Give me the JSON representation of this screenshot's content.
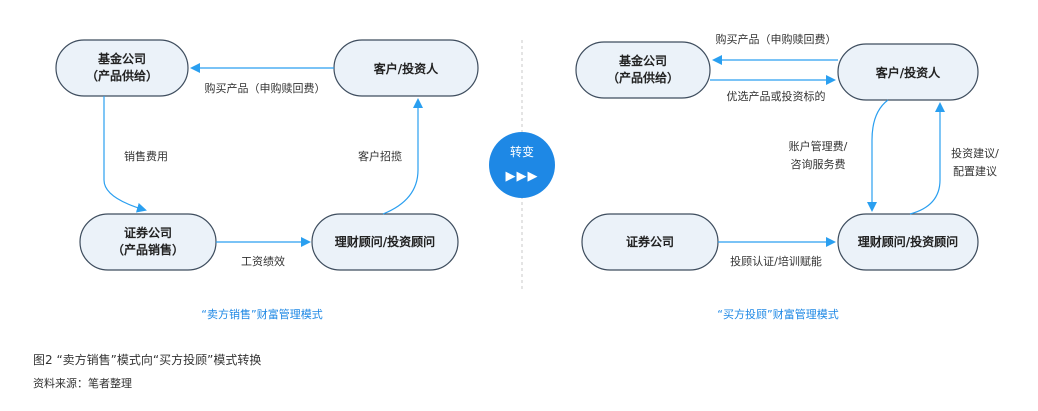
{
  "left_panel": {
    "title": "“卖方销售”财富管理模式",
    "nodes": {
      "fund_line1": "基金公司",
      "fund_line2": "（产品供给）",
      "customer": "客户/投资人",
      "securities_line1": "证券公司",
      "securities_line2": "（产品销售）",
      "advisor": "理财顾问/投资顾问"
    },
    "edges": {
      "buy_products": "购买产品（申购赎回费）",
      "sales_fee": "销售费用",
      "customer_solicit": "客户招揽",
      "salary": "工资绩效"
    }
  },
  "transition": {
    "label": "转变",
    "arrows": "▶▶▶"
  },
  "right_panel": {
    "title": "“买方投顾”财富管理模式",
    "nodes": {
      "fund_line1": "基金公司",
      "fund_line2": "（产品供给）",
      "customer": "客户/投资人",
      "securities": "证券公司",
      "advisor": "理财顾问/投资顾问"
    },
    "edges": {
      "buy_products": "购买产品（申购赎回费）",
      "select_products": "优选产品或投资标的",
      "fee_line1": "账户管理费/",
      "fee_line2": "咨询服务费",
      "advice_line1": "投资建议/",
      "advice_line2": "配置建议",
      "certification": "投顾认证/培训赋能"
    }
  },
  "caption": {
    "figure": "图2 “卖方销售”模式向“买方投顾”模式转换",
    "source": "资料来源：笔者整理"
  },
  "colors": {
    "node_fill": "#ebf2f9",
    "node_stroke": "#3e4d5e",
    "arrow": "#2a9ff0",
    "accent": "#1e88e5",
    "title": "#1e88e5",
    "divider": "#c8c8c8"
  }
}
